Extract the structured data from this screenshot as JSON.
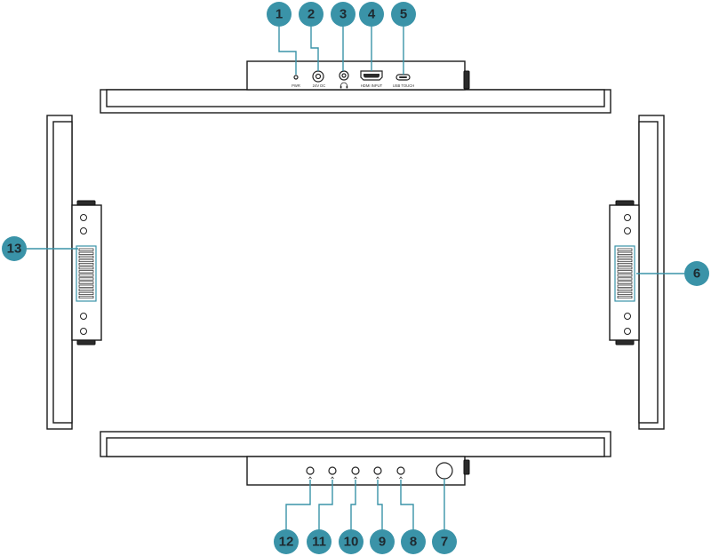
{
  "top_port_labels": {
    "pwr": "PWR",
    "dc": "24V DC",
    "hdmi": "HDMI INPUT",
    "usb": "USB TOUCH"
  },
  "callouts": {
    "c1": "1",
    "c2": "2",
    "c3": "3",
    "c4": "4",
    "c5": "5",
    "c6": "6",
    "c7": "7",
    "c8": "8",
    "c9": "9",
    "c10": "10",
    "c11": "11",
    "c12": "12",
    "c13": "13"
  },
  "colors": {
    "callout": "#3a93a8",
    "outline": "#1a1a1a"
  }
}
